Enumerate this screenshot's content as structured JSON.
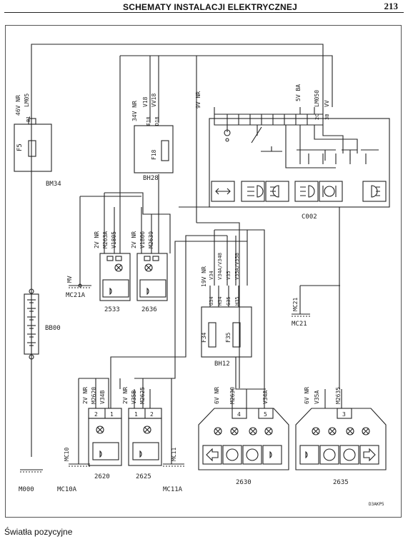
{
  "header": {
    "title": "SCHEMATY INSTALACJI ELEKTRYCZNEJ",
    "page_number": "213"
  },
  "caption": "Światła pozycyjne",
  "figure_code": "D3AKP5",
  "components": {
    "bm34": {
      "id": "BM34",
      "fuse": "F5",
      "pin": "B1",
      "wire_top": "46V NR",
      "wire_code": "LM05"
    },
    "bh28": {
      "id": "BH28",
      "fuse": "F18",
      "pins": [
        "E18",
        "D18"
      ],
      "wire_top": "34V NR",
      "wire_codes": [
        "V18",
        "VV18"
      ]
    },
    "c002": {
      "id": "C002",
      "left_wire": "9V NR",
      "right_wire": "5V BA",
      "codes": [
        "LM050",
        "VV"
      ],
      "pins": [
        "2C",
        "3B"
      ]
    },
    "bb00": {
      "id": "BB00"
    },
    "c2533": {
      "id": "2533",
      "wire": "2V NR",
      "codes": [
        "M263A",
        "V1805"
      ]
    },
    "c2636": {
      "id": "2636",
      "wire": "2V NR",
      "codes": [
        "V1806",
        "M2639"
      ]
    },
    "bh12": {
      "id": "BH12",
      "wire": "19V NR",
      "codes": [
        "V34",
        "V34A/V34B",
        "V35",
        "V35A/V35B"
      ],
      "pins": [
        "G34",
        "H34",
        "G35",
        "H35"
      ],
      "fuses": [
        "F34",
        "F35"
      ]
    },
    "c2620": {
      "id": "2620",
      "wire": "2V NR",
      "codes": [
        "M2620",
        "V34B"
      ],
      "pins": [
        "2",
        "1"
      ]
    },
    "c2625": {
      "id": "2625",
      "wire": "2V NR",
      "codes": [
        "V35B",
        "M2625"
      ],
      "pins": [
        "1",
        "2"
      ]
    },
    "c2630": {
      "id": "2630",
      "wire": "6V NR",
      "codes": [
        "M2630",
        "V34A"
      ],
      "pins": [
        "4",
        "5"
      ]
    },
    "c2635": {
      "id": "2635",
      "wire": "6V NR",
      "codes": [
        "V35A",
        "M2635"
      ],
      "pins": [
        "3"
      ]
    }
  },
  "grounds": {
    "mc21a": {
      "id": "MC21A",
      "label": "MV"
    },
    "mc21": {
      "id": "MC21",
      "label": "MC21"
    },
    "mc10a": {
      "id": "MC10A",
      "label": "MC10"
    },
    "mc11a": {
      "id": "MC11A",
      "label": "MC11"
    },
    "m000": {
      "id": "M000"
    }
  },
  "colors": {
    "line": "#222222",
    "background": "#ffffff"
  }
}
